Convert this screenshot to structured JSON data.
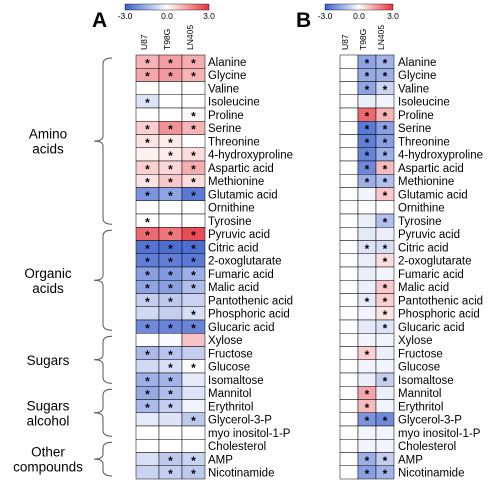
{
  "colors": {
    "low": "#3a5fcd",
    "mid": "#ffffff",
    "high": "#e8323a"
  },
  "colorbar": {
    "min_label": "-3.0",
    "mid_label": "0.0",
    "max_label": "3.0",
    "min": -3,
    "max": 3
  },
  "columns": [
    "U87",
    "T98G",
    "LN405"
  ],
  "metabolites": [
    "Alanine",
    "Glycine",
    "Valine",
    "Isoleucine",
    "Proline",
    "Serine",
    "Threonine",
    "4-hydroxyproline",
    "Aspartic acid",
    "Methionine",
    "Glutamic acid",
    "Ornithine",
    "Tyrosine",
    "Pyruvic acid",
    "Citric acid",
    "2-oxoglutarate",
    "Fumaric acid",
    "Malic acid",
    "Pantothenic acid",
    "Phosphoric acid",
    "Glucaric acid",
    "Xylose",
    "Fructose",
    "Glucose",
    "Isomaltose",
    "Mannitol",
    "Erythritol",
    "Glycerol-3-P",
    "myo inositol-1-P",
    "Cholesterol",
    "AMP",
    "Nicotinamide"
  ],
  "groups": [
    {
      "lines": [
        "Amino",
        "acids"
      ],
      "start": 0,
      "end": 12
    },
    {
      "lines": [
        "Organic",
        "acids"
      ],
      "start": 13,
      "end": 20
    },
    {
      "lines": [
        "Sugars"
      ],
      "start": 21,
      "end": 24
    },
    {
      "lines": [
        "Sugars",
        "alcohol"
      ],
      "start": 25,
      "end": 28
    },
    {
      "lines": [
        "Other",
        "compounds"
      ],
      "start": 29,
      "end": 31
    }
  ],
  "panels": [
    {
      "letter": "A",
      "values": [
        [
          1.1,
          1.4,
          1.2
        ],
        [
          1.3,
          1.5,
          1.1
        ],
        [
          0,
          0,
          0
        ],
        [
          -0.5,
          0,
          0
        ],
        [
          0,
          0,
          0.1
        ],
        [
          0.7,
          1.6,
          1.1
        ],
        [
          0.4,
          0.3,
          0
        ],
        [
          0.2,
          0.3,
          0.5
        ],
        [
          0.7,
          0.6,
          1.2
        ],
        [
          0.4,
          0.8,
          0.5
        ],
        [
          -2.0,
          -1.7,
          -2.5
        ],
        [
          0,
          0,
          0
        ],
        [
          0,
          0,
          0
        ],
        [
          2.2,
          2.0,
          2.6
        ],
        [
          -2.6,
          -2.7,
          -2.7
        ],
        [
          -2.4,
          -2.4,
          -2.5
        ],
        [
          -1.8,
          -1.9,
          -1.5
        ],
        [
          -1.7,
          -1.8,
          -1.2
        ],
        [
          -0.9,
          -1.0,
          -0.8
        ],
        [
          -0.7,
          -0.9,
          -0.6
        ],
        [
          -2.2,
          -2.3,
          -2.3
        ],
        [
          0,
          -0.1,
          0.9
        ],
        [
          -1.3,
          -1.1,
          -0.9
        ],
        [
          -0.7,
          -0.6,
          0
        ],
        [
          -1.5,
          -1.4,
          -0.4
        ],
        [
          -1.6,
          -1.2,
          -0.5
        ],
        [
          -1.3,
          -0.9,
          -0.2
        ],
        [
          -0.4,
          -0.5,
          -1.0
        ],
        [
          0,
          0,
          0
        ],
        [
          0,
          0,
          0
        ],
        [
          -0.6,
          -1.0,
          -0.8
        ],
        [
          -0.8,
          -0.9,
          -1.0
        ]
      ],
      "stars": [
        [
          1,
          1,
          1
        ],
        [
          1,
          1,
          1
        ],
        [
          0,
          0,
          0
        ],
        [
          1,
          0,
          0
        ],
        [
          0,
          0,
          1
        ],
        [
          1,
          1,
          1
        ],
        [
          1,
          1,
          0
        ],
        [
          0,
          1,
          1
        ],
        [
          1,
          1,
          1
        ],
        [
          1,
          1,
          1
        ],
        [
          1,
          1,
          1
        ],
        [
          0,
          0,
          0
        ],
        [
          1,
          0,
          0
        ],
        [
          1,
          1,
          1
        ],
        [
          1,
          1,
          1
        ],
        [
          1,
          1,
          1
        ],
        [
          1,
          1,
          1
        ],
        [
          1,
          1,
          1
        ],
        [
          1,
          1,
          0
        ],
        [
          0,
          0,
          1
        ],
        [
          1,
          1,
          1
        ],
        [
          0,
          0,
          0
        ],
        [
          1,
          1,
          0
        ],
        [
          0,
          1,
          1
        ],
        [
          1,
          1,
          0
        ],
        [
          1,
          1,
          0
        ],
        [
          1,
          1,
          0
        ],
        [
          0,
          0,
          1
        ],
        [
          0,
          0,
          0
        ],
        [
          0,
          0,
          0
        ],
        [
          0,
          1,
          1
        ],
        [
          0,
          1,
          1
        ]
      ]
    },
    {
      "letter": "B",
      "values": [
        [
          0,
          -1.7,
          -1.4
        ],
        [
          0,
          -1.6,
          -1.5
        ],
        [
          0,
          -1.7,
          -0.8
        ],
        [
          0,
          -0.3,
          -0.2
        ],
        [
          0,
          2.2,
          1.1
        ],
        [
          0,
          -2.5,
          -1.8
        ],
        [
          0,
          -2.4,
          -1.8
        ],
        [
          0,
          -2.3,
          -1.5
        ],
        [
          0,
          -2.2,
          1.0
        ],
        [
          0,
          -1.5,
          -1.2
        ],
        [
          0,
          -0.2,
          0.8
        ],
        [
          0,
          0,
          0
        ],
        [
          0,
          -0.3,
          -1.2
        ],
        [
          0,
          -0.4,
          -0.3
        ],
        [
          0,
          -0.5,
          -0.6
        ],
        [
          0,
          -0.3,
          0.5
        ],
        [
          0,
          -0.3,
          -0.2
        ],
        [
          0,
          -0.3,
          0.8
        ],
        [
          0,
          -0.4,
          0.7
        ],
        [
          0,
          -0.2,
          0.4
        ],
        [
          0,
          -0.4,
          -0.5
        ],
        [
          0,
          -0.2,
          -0.2
        ],
        [
          0,
          0.7,
          -0.3
        ],
        [
          0,
          -0.2,
          -0.2
        ],
        [
          0,
          -0.3,
          -0.9
        ],
        [
          0,
          1.3,
          -0.3
        ],
        [
          0,
          1.0,
          -0.2
        ],
        [
          0,
          -2.0,
          -2.2
        ],
        [
          0,
          -0.2,
          -0.2
        ],
        [
          0,
          -0.2,
          -0.2
        ],
        [
          0,
          -1.5,
          -0.9
        ],
        [
          0,
          -1.8,
          -1.4
        ]
      ],
      "stars": [
        [
          0,
          1,
          1
        ],
        [
          0,
          1,
          1
        ],
        [
          0,
          1,
          1
        ],
        [
          0,
          0,
          0
        ],
        [
          0,
          1,
          1
        ],
        [
          0,
          1,
          1
        ],
        [
          0,
          1,
          1
        ],
        [
          0,
          1,
          1
        ],
        [
          0,
          1,
          1
        ],
        [
          0,
          1,
          1
        ],
        [
          0,
          0,
          1
        ],
        [
          0,
          0,
          0
        ],
        [
          0,
          0,
          1
        ],
        [
          0,
          0,
          0
        ],
        [
          0,
          1,
          1
        ],
        [
          0,
          0,
          1
        ],
        [
          0,
          0,
          0
        ],
        [
          0,
          0,
          1
        ],
        [
          0,
          1,
          1
        ],
        [
          0,
          0,
          1
        ],
        [
          0,
          0,
          1
        ],
        [
          0,
          0,
          0
        ],
        [
          0,
          1,
          0
        ],
        [
          0,
          0,
          0
        ],
        [
          0,
          0,
          1
        ],
        [
          0,
          1,
          0
        ],
        [
          0,
          1,
          0
        ],
        [
          0,
          1,
          1
        ],
        [
          0,
          0,
          0
        ],
        [
          0,
          0,
          0
        ],
        [
          0,
          1,
          1
        ],
        [
          0,
          1,
          1
        ]
      ]
    }
  ]
}
